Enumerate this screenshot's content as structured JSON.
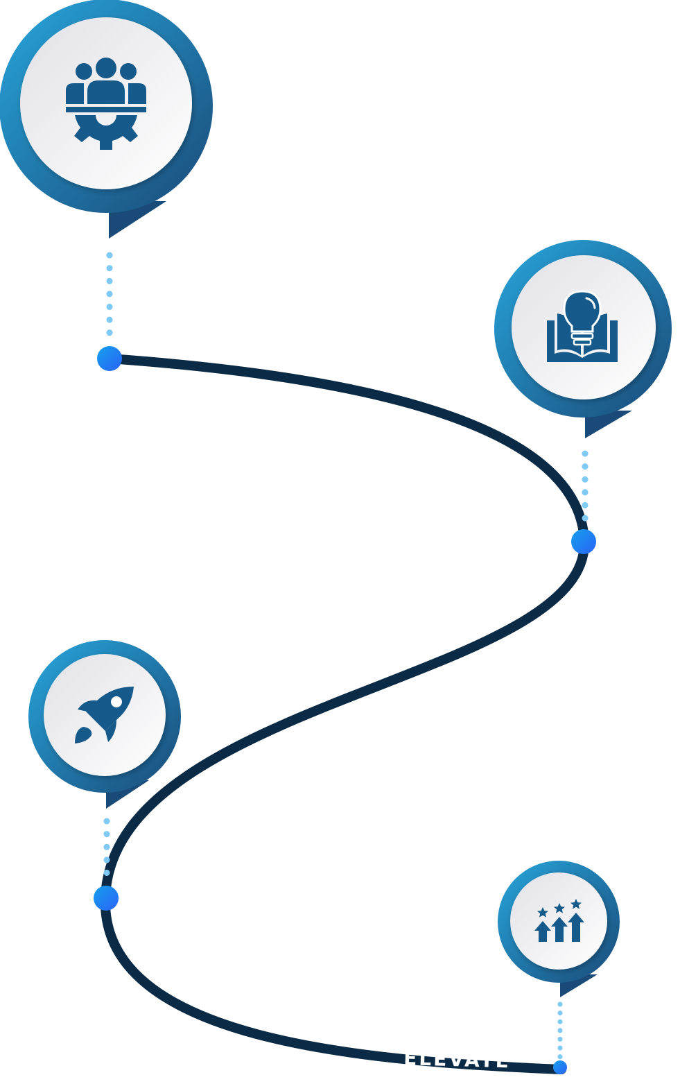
{
  "diagram": {
    "path_label": "ELEVATE",
    "colors": {
      "path": "#0a2a45",
      "pin_light": "#27a6dc",
      "pin_dark": "#1a4a78",
      "icon": "#155a8a",
      "dot": "#7fcaf5",
      "node": "#1e7bf2",
      "disc_light": "#ffffff",
      "disc_dark": "#e3e3e8"
    },
    "steps": [
      {
        "name": "team",
        "icon": "team-gear-icon"
      },
      {
        "name": "knowledge",
        "icon": "book-lightbulb-icon"
      },
      {
        "name": "launch",
        "icon": "rocket-icon"
      },
      {
        "name": "growth",
        "icon": "growth-arrows-stars-icon"
      }
    ]
  }
}
